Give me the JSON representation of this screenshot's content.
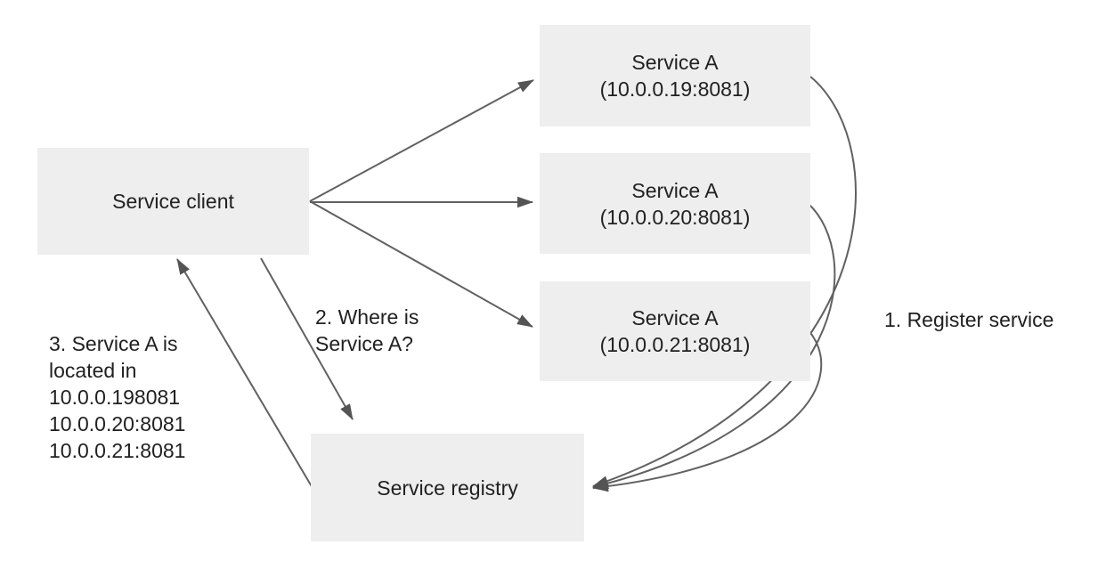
{
  "diagram": {
    "nodes": {
      "client": {
        "label": "Service client"
      },
      "registry": {
        "label": "Service registry"
      },
      "instances": [
        {
          "name": "Service A",
          "address": "(10.0.0.19:8081)"
        },
        {
          "name": "Service A",
          "address": "(10.0.0.20:8081)"
        },
        {
          "name": "Service A",
          "address": "(10.0.0.21:8081)"
        }
      ]
    },
    "annotations": {
      "register_service": "1. Register service",
      "where_is": "2. Where is\nService A?",
      "service_located": "3. Service A is\nlocated in\n10.0.0.198081\n10.0.0.20:8081\n10.0.0.21:8081"
    },
    "edges": [
      {
        "from": "service-client",
        "to": "service-a-1",
        "style": "straight-arrow"
      },
      {
        "from": "service-client",
        "to": "service-a-2",
        "style": "straight-arrow"
      },
      {
        "from": "service-client",
        "to": "service-a-3",
        "style": "straight-arrow"
      },
      {
        "from": "service-client",
        "to": "service-registry",
        "style": "straight-arrow",
        "label": "2. Where is Service A?"
      },
      {
        "from": "service-registry",
        "to": "service-client",
        "style": "straight-arrow",
        "label": "3. Service A is located in ..."
      },
      {
        "from": "service-a-1",
        "to": "service-registry",
        "style": "curved-arrow",
        "label": "1. Register service"
      },
      {
        "from": "service-a-2",
        "to": "service-registry",
        "style": "curved-arrow",
        "label": "1. Register service"
      },
      {
        "from": "service-a-3",
        "to": "service-registry",
        "style": "curved-arrow",
        "label": "1. Register service"
      }
    ],
    "colors": {
      "background": "#ffffff",
      "box_fill": "#eeeeee",
      "text": "#212121",
      "line": "#616161",
      "arrowhead": "#545454"
    }
  }
}
